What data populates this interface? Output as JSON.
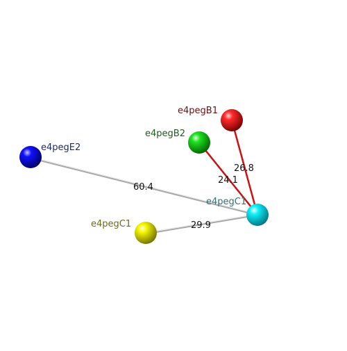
{
  "nodes": [
    {
      "id": "e4pegB1",
      "label": "e4pegB1",
      "color": "#ff0000",
      "label_color": "#6b1010"
    },
    {
      "id": "e4pegB2",
      "label": "e4pegB2",
      "color": "#00dd00",
      "label_color": "#1f5a1f"
    },
    {
      "id": "e4pegE2",
      "label": "e4pegE2",
      "color": "#0000ee",
      "label_color": "#1d2a6b"
    },
    {
      "id": "e4pegC1_cyan",
      "label": "e4pegC1",
      "color": "#00e6f0",
      "label_color": "#2f6f73"
    },
    {
      "id": "e4pegC1_yellow",
      "label": "e4pegC1",
      "color": "#f0f000",
      "label_color": "#6b6b1a"
    }
  ],
  "edges": [
    {
      "id": "b1-c1",
      "from": "e4pegB1",
      "to": "e4pegC1_cyan",
      "label": "26.8",
      "color": "#cc1111"
    },
    {
      "id": "b2-c1",
      "from": "e4pegB2",
      "to": "e4pegC1_cyan",
      "label": "24.1",
      "color": "#cc1111"
    },
    {
      "id": "e2-c1",
      "from": "e4pegE2",
      "to": "e4pegC1_cyan",
      "label": "60.4",
      "color": "#c8c8c8"
    },
    {
      "id": "y-c1",
      "from": "e4pegC1_yellow",
      "to": "e4pegC1_cyan",
      "label": "29.9",
      "color": "#c8c8c8"
    }
  ]
}
